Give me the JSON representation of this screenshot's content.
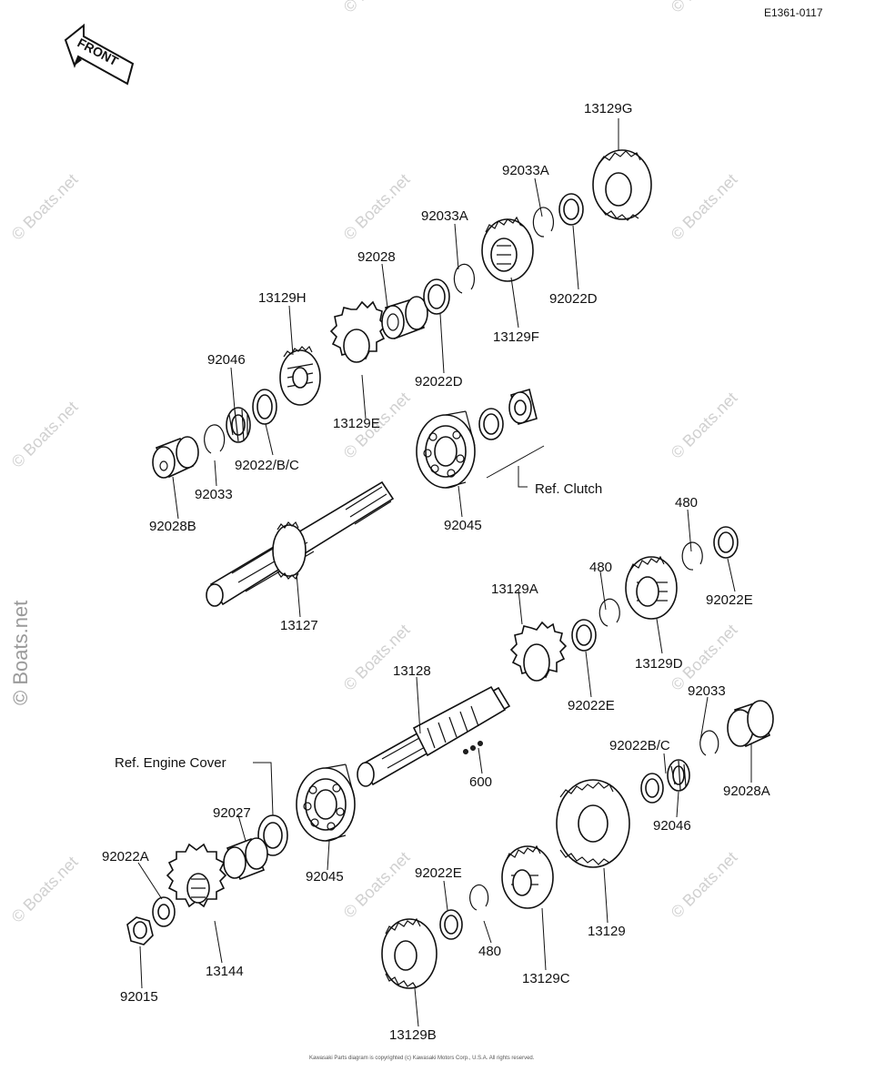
{
  "diagram_code": "E1361-0117",
  "front_label": "FRONT",
  "watermark": "© Boats.net",
  "copyright": "Kawasaki Parts diagram is copyrighted (c) Kawasaki Motors Corp., U.S.A. All rights reserved.",
  "ref_clutch": "Ref. Clutch",
  "ref_engine_cover": "Ref. Engine Cover",
  "parts": {
    "p13129G": "13129G",
    "p92033A_1": "92033A",
    "p92033A_2": "92033A",
    "p92028": "92028",
    "p13129H": "13129H",
    "p92046_1": "92046",
    "p92022D_1": "92022D",
    "p92022D_2": "92022D",
    "p13129F": "13129F",
    "p13129E": "13129E",
    "p92022BC_1": "92022/B/C",
    "p92033_1": "92033",
    "p92028B": "92028B",
    "p92045_1": "92045",
    "p13127": "13127",
    "p480_1": "480",
    "p480_2": "480",
    "p13129A": "13129A",
    "p92022E_1": "92022E",
    "p13129D": "13129D",
    "p92022E_2": "92022E",
    "p13128": "13128",
    "p92033_2": "92033",
    "p92022BC_2": "92022B/C",
    "p92028A": "92028A",
    "p92046_2": "92046",
    "p600": "600",
    "p92027": "92027",
    "p92045_2": "92045",
    "p92022A": "92022A",
    "p92022E_3": "92022E",
    "p480_3": "480",
    "p13129": "13129",
    "p13129C": "13129C",
    "p13144": "13144",
    "p92015": "92015",
    "p13129B": "13129B"
  }
}
